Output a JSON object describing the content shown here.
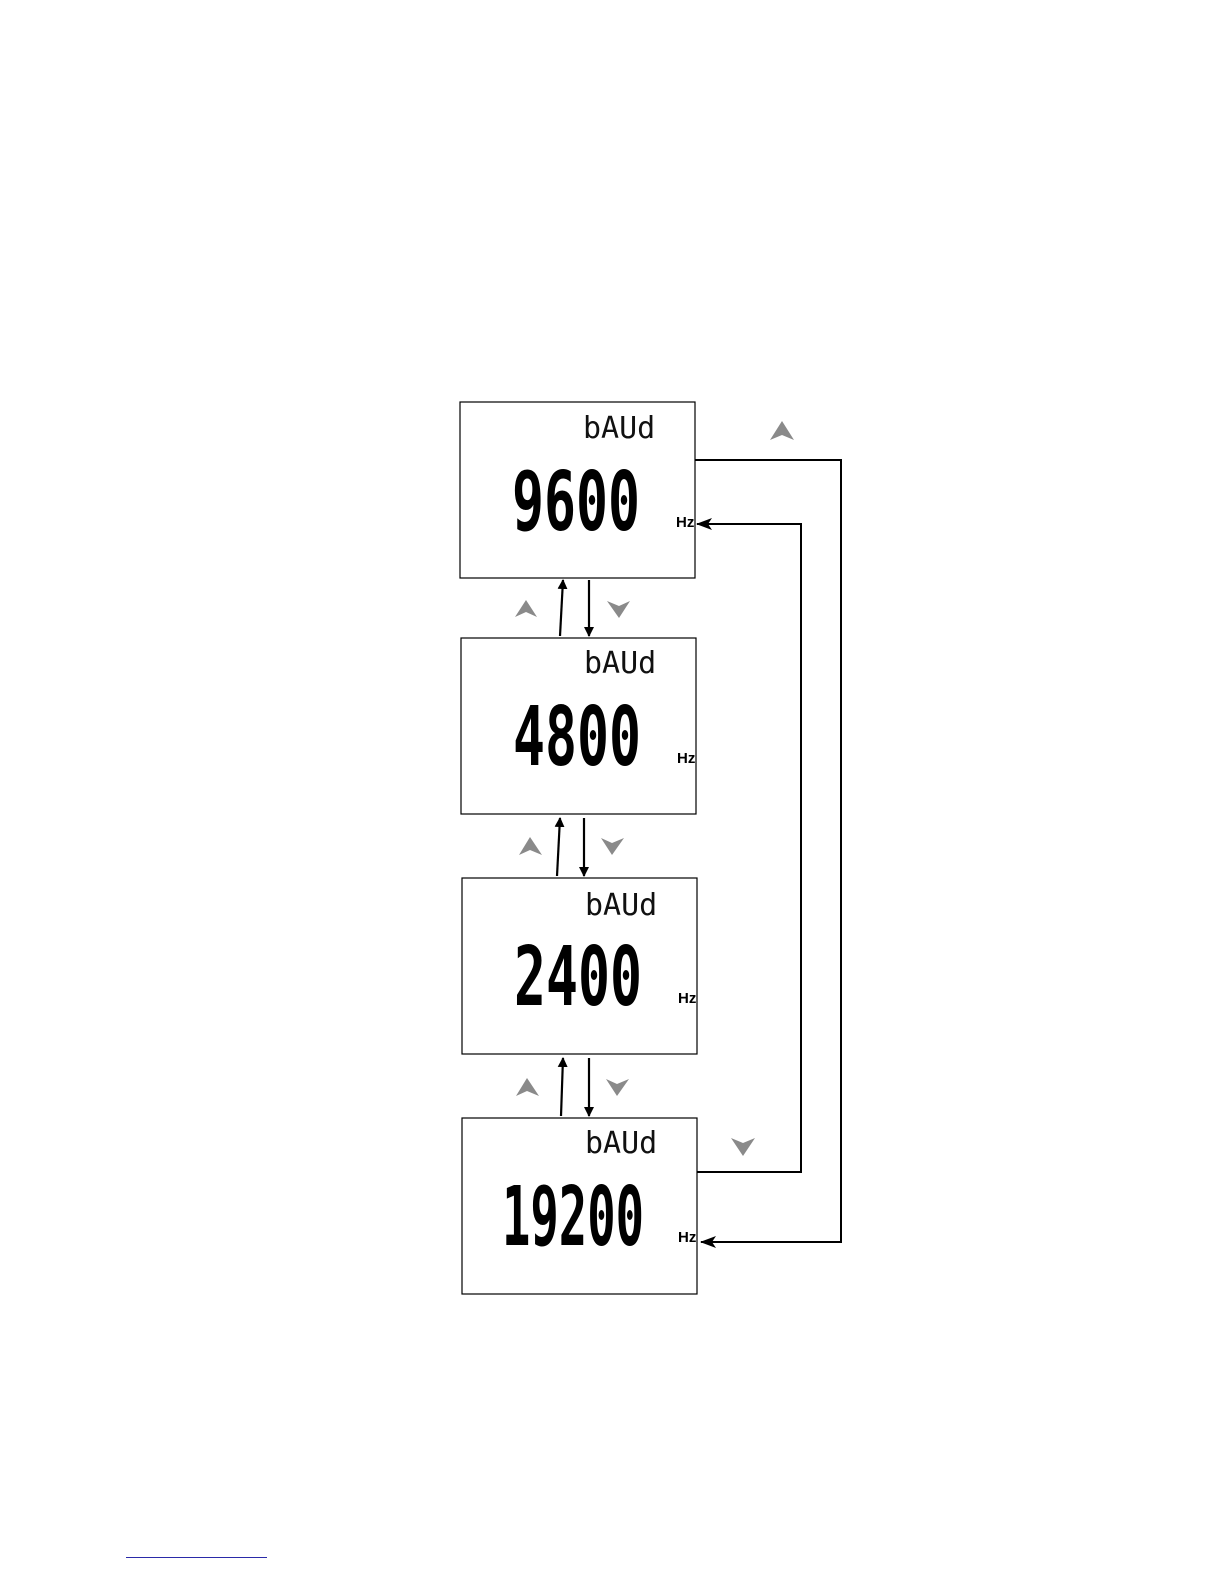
{
  "panels": [
    {
      "label": "bAUd",
      "value": "9600",
      "unit": "Hz"
    },
    {
      "label": "bAUd",
      "value": "4800",
      "unit": "Hz"
    },
    {
      "label": "bAUd",
      "value": "2400",
      "unit": "Hz"
    },
    {
      "label": "bAUd",
      "value": "19200",
      "unit": "Hz"
    }
  ],
  "keys": {
    "up": "up-arrow-key",
    "down": "down-arrow-key"
  },
  "colors": {
    "key_fill": "#8a8a8a",
    "line": "#000000"
  }
}
